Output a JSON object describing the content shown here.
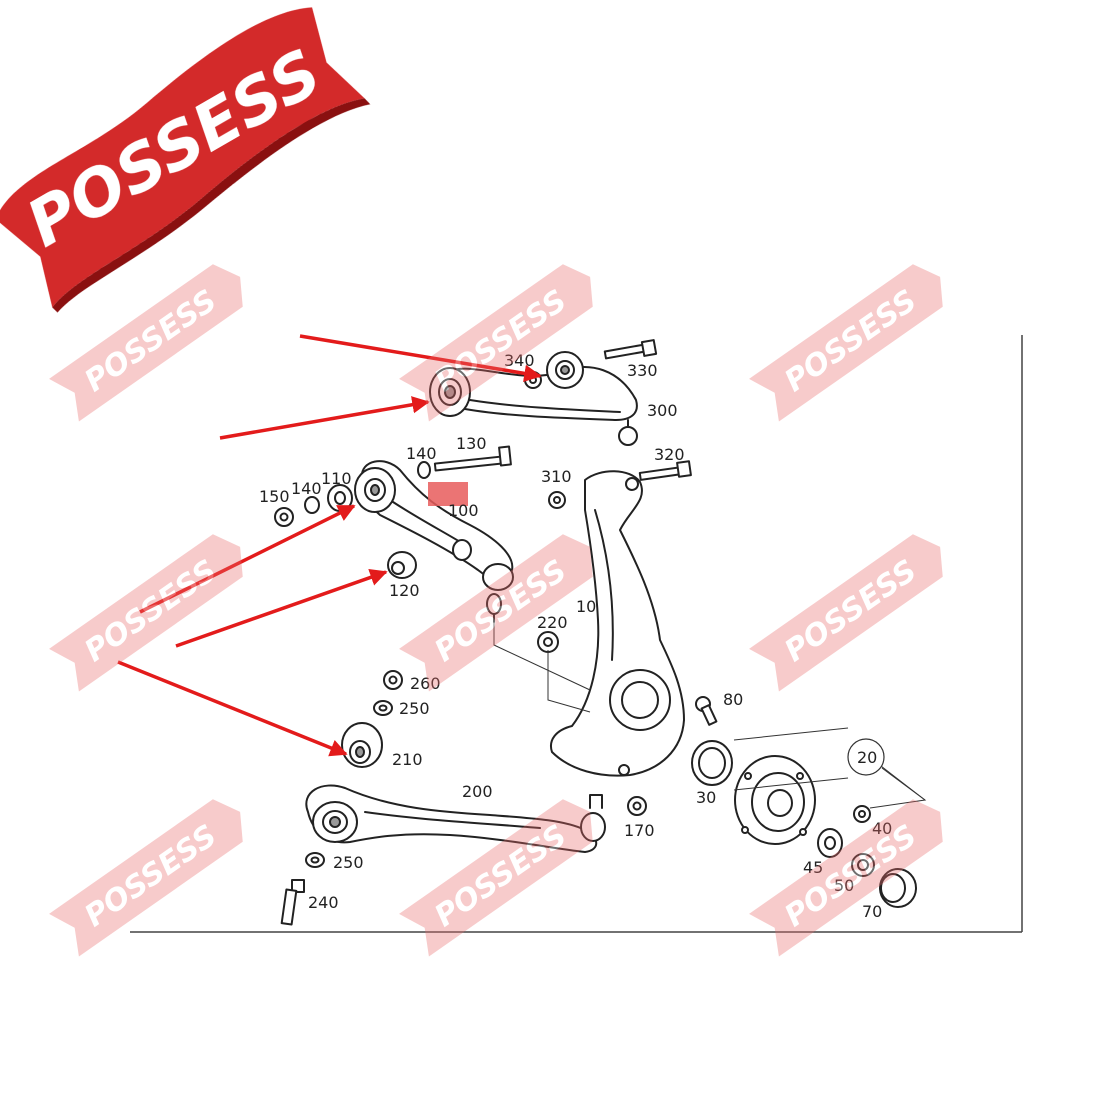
{
  "brand": {
    "name": "POSSESS",
    "color": "#d32a2a",
    "watermark_color": "#e96a6a"
  },
  "diagram": {
    "labels": {
      "p10": "10",
      "p20": "20",
      "p30": "30",
      "p40": "40",
      "p45": "45",
      "p50": "50",
      "p70": "70",
      "p80": "80",
      "p100": "100",
      "p110": "110",
      "p120": "120",
      "p130": "130",
      "p140a": "140",
      "p140b": "140",
      "p150": "150",
      "p170": "170",
      "p200": "200",
      "p210": "210",
      "p220": "220",
      "p240": "240",
      "p250a": "250",
      "p250b": "250",
      "p260": "260",
      "p300": "300",
      "p310": "310",
      "p320": "320",
      "p330": "330",
      "p340": "340"
    },
    "arrow_color": "#e31b1b",
    "highlight_color": "#e85c5c"
  }
}
